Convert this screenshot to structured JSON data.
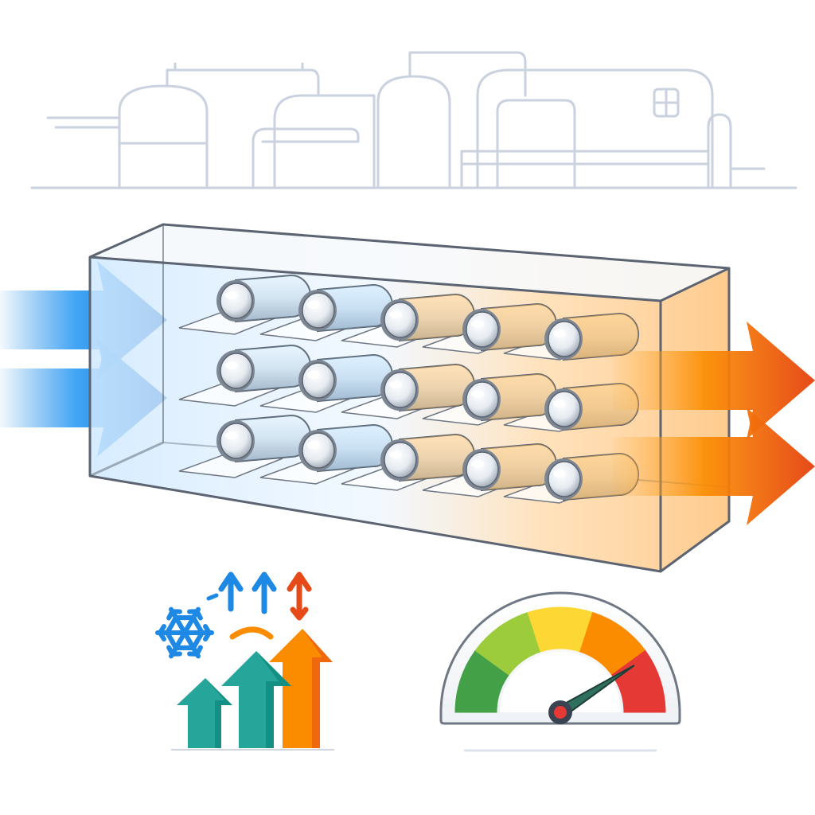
{
  "diagram": {
    "colors": {
      "cold": "#1e88e5",
      "cold_light": "#8fd0ff",
      "hot": "#f4511e",
      "hot_light": "#ffb347",
      "sketch": "#c9d2de",
      "duct_edge": "#5b6470",
      "teal": "#26a69a",
      "orange": "#fb8c00"
    },
    "tube_array": {
      "rows": 3,
      "columns": 5
    },
    "inlet_arrows": 2,
    "outlet_arrows": 2,
    "icons": [
      "factory-sketch",
      "snowflake-icon",
      "rising-arrows-icon",
      "gauge-icon"
    ],
    "gauge": {
      "segments": [
        "#43a047",
        "#9ccc3c",
        "#fdd835",
        "#fb8c00",
        "#e53935"
      ],
      "needle_level": 0.82
    }
  }
}
